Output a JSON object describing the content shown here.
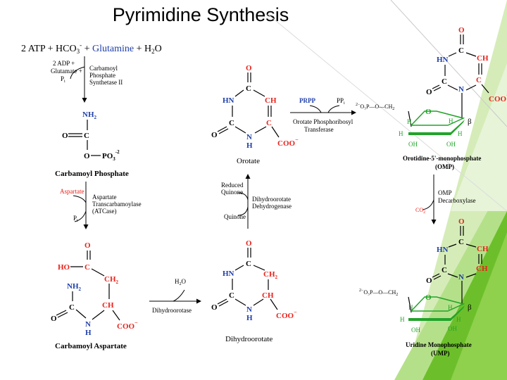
{
  "title": "Pyrimidine Synthesis",
  "colors": {
    "accent_green": "#6cbf2a",
    "light_green": "#b5e08a",
    "reactant_red": "#e8221b",
    "nitrogen_blue": "#1e3ea8",
    "ribose_green": "#22a32a"
  },
  "reaction": {
    "atp": "2 ATP + HCO",
    "hco3_sup": "3",
    "hco3_charge": "-",
    "plus": " + ",
    "glutamine": "Glutamine",
    "water": " + H",
    "water_sub": "2",
    "water_o": "O"
  },
  "step1": {
    "byproducts": [
      "2 ADP +",
      "Glutamate +",
      "P"
    ],
    "pi_sub": "i",
    "enzyme": [
      "Carbamoyl",
      "Phosphate",
      "Synthetase II"
    ]
  },
  "carbamoyl_phosphate": {
    "nh2": "NH",
    "nh2_sub": "2",
    "o": "O",
    "c": "C",
    "o2": "O",
    "po3": "PO",
    "po3_sub": "3",
    "po3_charge": "-2",
    "name": "Carbamoyl Phosphate"
  },
  "step2": {
    "aspartate": "Aspartate",
    "enzyme": [
      "Aspartate",
      "Transcarbamoylase",
      "(ATCase)"
    ],
    "pi": "P",
    "pi_sub": "i"
  },
  "carbamoyl_aspartate": {
    "o": "O",
    "ho": "HO",
    "c": "C",
    "ch2": "CH",
    "ch2_sub": "2",
    "nh2": "NH",
    "nh2_sub": "2",
    "c2": "C",
    "ch": "CH",
    "n": "N",
    "h": "H",
    "coo": "COO",
    "coo_charge": "−",
    "o2": "O",
    "name": "Carbamoyl Aspartate"
  },
  "step3": {
    "h2o": "H",
    "h2o_sub": "2",
    "h2o_o": "O",
    "enzyme": "Dihydroorotase"
  },
  "dihydroorotate": {
    "o": "O",
    "c": "C",
    "hn": "HN",
    "ch2": "CH",
    "ch2_sub": "2",
    "c2": "C",
    "ch": "CH",
    "n": "N",
    "h": "H",
    "coo": "COO",
    "coo_charge": "−",
    "o2": "O",
    "name": "Dihydroorotate"
  },
  "step4": {
    "reduced": [
      "Reduced",
      "Quinone"
    ],
    "enzyme": [
      "Dihydroorotate",
      "Dehydrogenase"
    ],
    "quinone": "Quinone"
  },
  "orotate": {
    "o": "O",
    "c": "C",
    "hn": "HN",
    "ch": "CH",
    "c2": "C",
    "c3": "C",
    "n": "N",
    "h": "H",
    "coo": "COO",
    "coo_charge": "−",
    "o2": "O",
    "name": "Orotate"
  },
  "step5": {
    "prpp": "PRPP",
    "ppi": "PP",
    "ppi_sub": "i",
    "enzyme": [
      "Orotate Phosphoribosyl",
      "Transferase"
    ]
  },
  "omp": {
    "o": "O",
    "c": "C",
    "hn": "HN",
    "ch": "CH",
    "c2": "C",
    "c3": "C",
    "n": "N",
    "coo": "COO",
    "coo_charge": "−",
    "o2": "O",
    "phosphate": "O₃P—O—CH",
    "phosphate_charge": "2−",
    "phosphate_sub": "2",
    "ring_o": "O",
    "h": "H",
    "oh": "OH",
    "beta": "β",
    "name": [
      "Orotidine-5'-monophosphate",
      "(OMP)"
    ]
  },
  "step6": {
    "enzyme": [
      "OMP",
      "Decarboxylase"
    ],
    "co2": "CO",
    "co2_sub": "2"
  },
  "ump": {
    "o": "O",
    "c": "C",
    "hn": "HN",
    "ch": "CH",
    "ch2": "CH",
    "c2": "C",
    "n": "N",
    "o2": "O",
    "phosphate": "O₃P—O—CH",
    "phosphate_charge": "2−",
    "phosphate_sub": "2",
    "ring_o": "O",
    "h": "H",
    "oh": "OH",
    "beta": "β",
    "name": [
      "Uridine Monophosphate",
      "(UMP)"
    ]
  }
}
